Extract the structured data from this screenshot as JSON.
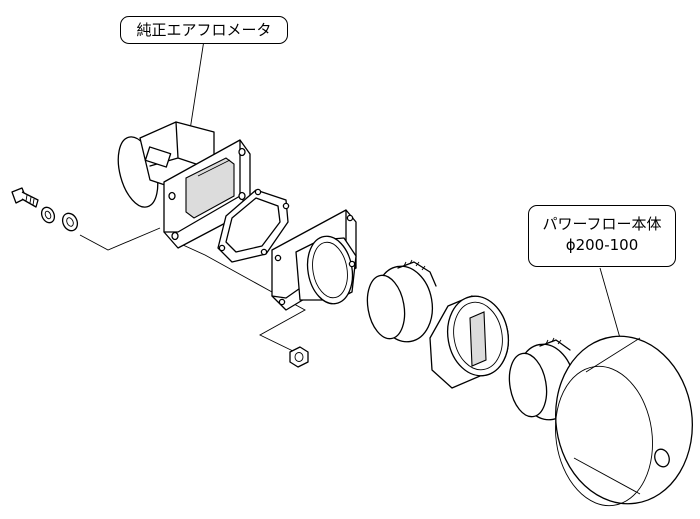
{
  "labels": {
    "air_flow_meter": "純正エアフロメータ",
    "power_flow_line1": "パワーフロー本体",
    "power_flow_line2": "ϕ200-100"
  },
  "colors": {
    "line": "#000000",
    "background": "#ffffff",
    "shade": "#dcdcdc"
  }
}
